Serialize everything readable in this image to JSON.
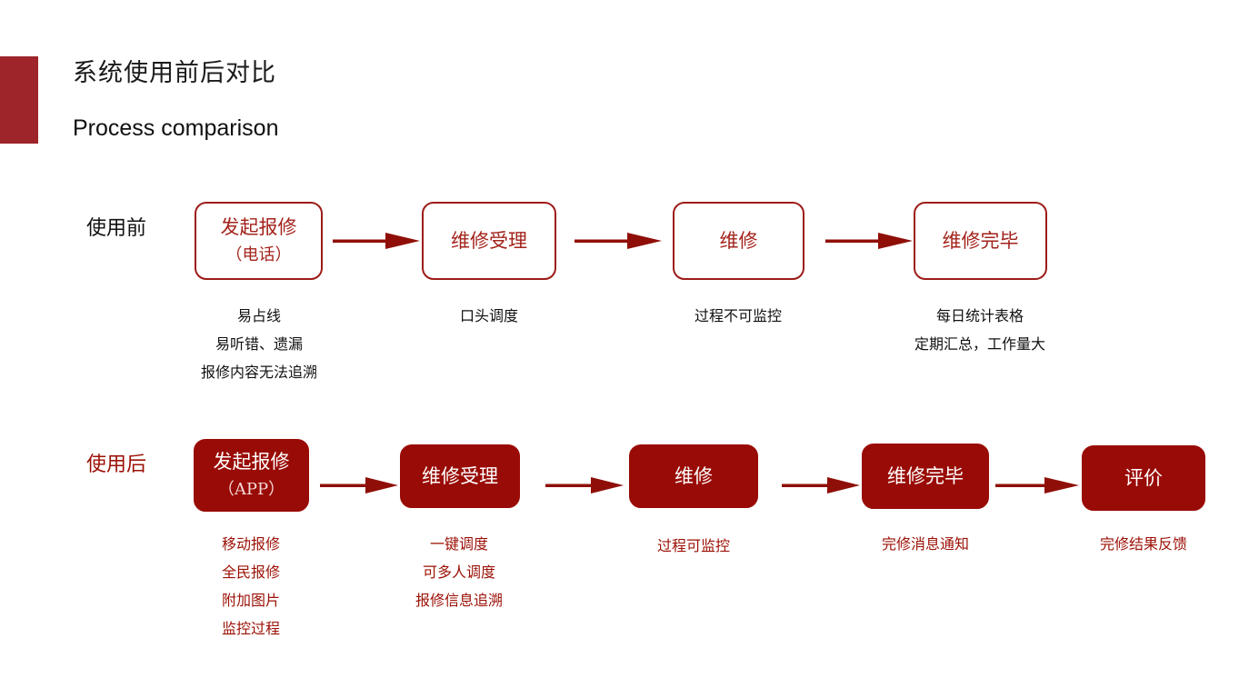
{
  "slide": {
    "title_zh": "系统使用前后对比",
    "title_en": "Process comparison",
    "accent_color": "#9e2529",
    "brand_red": "#9c1006",
    "outline_red": "#9c1c18"
  },
  "rows": {
    "before": {
      "label": "使用前",
      "label_color": "#111111",
      "style": "outline",
      "steps": [
        {
          "line1": "发起报修",
          "line2": "（电话）",
          "caption": [
            "易占线",
            "易听错、遗漏",
            "报修内容无法追溯"
          ]
        },
        {
          "line1": "维修受理",
          "line2": "",
          "caption": [
            "口头调度"
          ]
        },
        {
          "line1": "维修",
          "line2": "",
          "caption": [
            "过程不可监控"
          ]
        },
        {
          "line1": "维修完毕",
          "line2": "",
          "caption": [
            "每日统计表格",
            "定期汇总，工作量大"
          ]
        }
      ]
    },
    "after": {
      "label": "使用后",
      "label_color": "#9c1006",
      "style": "filled",
      "steps": [
        {
          "line1": "发起报修",
          "line2": "（APP）",
          "caption": [
            "移动报修",
            "全民报修",
            "附加图片",
            "监控过程"
          ]
        },
        {
          "line1": "维修受理",
          "line2": "",
          "caption": [
            "一键调度",
            "可多人调度",
            "报修信息追溯"
          ]
        },
        {
          "line1": "维修",
          "line2": "",
          "caption": [
            "过程可监控"
          ]
        },
        {
          "line1": "维修完毕",
          "line2": "",
          "caption": [
            "完修消息通知"
          ]
        },
        {
          "line1": "评价",
          "line2": "",
          "caption": [
            "完修结果反馈"
          ]
        }
      ]
    }
  },
  "icons": {
    "arrow": "arrow-right-icon"
  }
}
